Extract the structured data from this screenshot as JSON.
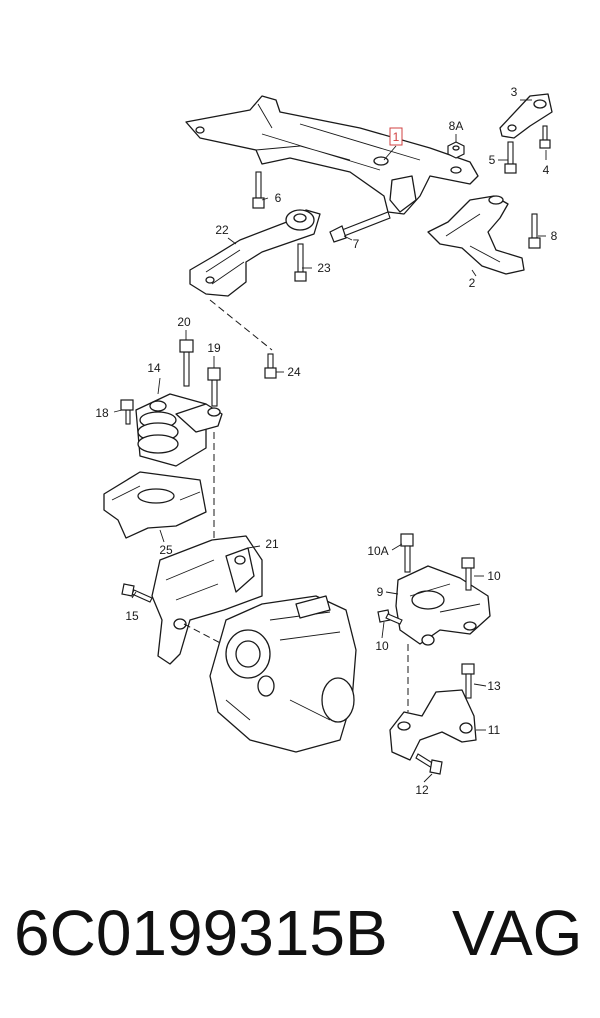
{
  "callouts": {
    "c1": "1",
    "c2": "2",
    "c3": "3",
    "c4": "4",
    "c5": "5",
    "c6": "6",
    "c7": "7",
    "c8": "8",
    "c8a": "8A",
    "c9": "9",
    "c10a": "10A",
    "c10_top": "10",
    "c10_left": "10",
    "c11": "11",
    "c12": "12",
    "c13": "13",
    "c14": "14",
    "c15": "15",
    "c18": "18",
    "c19": "19",
    "c20": "20",
    "c21": "21",
    "c22": "22",
    "c23": "23",
    "c24": "24",
    "c25": "25"
  },
  "footer": {
    "part_number": "6C0199315B",
    "brand": "VAG"
  }
}
